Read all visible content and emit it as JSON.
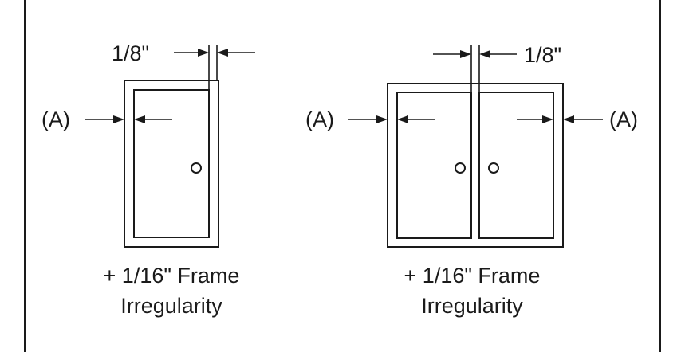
{
  "left_door": {
    "gap_label": "1/8\"",
    "side_label": "(A)",
    "caption_line1": "+ 1/16\" Frame",
    "caption_line2": "Irregularity"
  },
  "right_door": {
    "gap_label": "1/8\"",
    "left_side_label": "(A)",
    "right_side_label": "(A)",
    "caption_line1": "+ 1/16\" Frame",
    "caption_line2": "Irregularity"
  }
}
